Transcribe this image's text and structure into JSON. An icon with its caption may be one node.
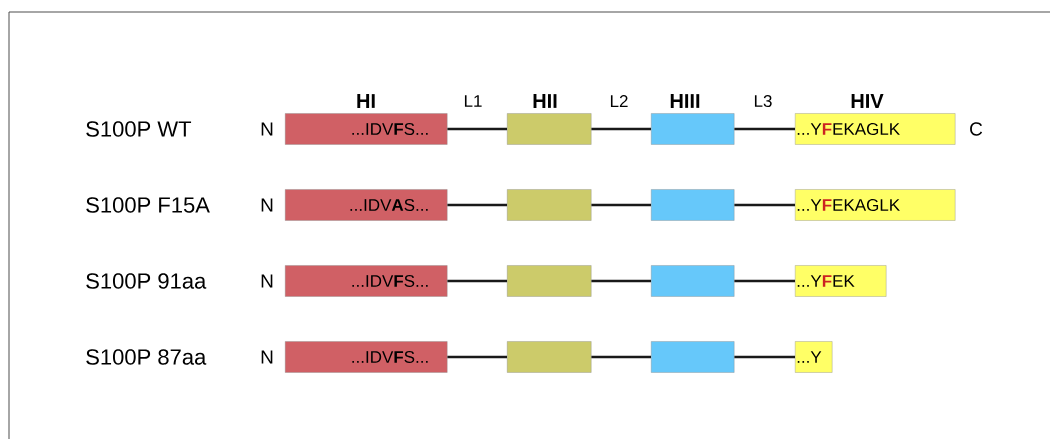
{
  "diagram": {
    "nodes": [
      {
        "text": [
          "...IDV**F**S..."
        ]
      },
      {
        "text": [],
        "shape": "box"
      },
      {
        "text": [],
        "shape": "box"
      },
      {
        "text": [
          "...Y**F**EKAGLK"
        ]
      },
      {
        "text": [
          "...IDV**A**S..."
        ]
      },
      {
        "text": [],
        "shape": "box"
      },
      {
        "text": [],
        "shape": "box"
      },
      {
        "text": [
          "...Y**F**EKAGLK"
        ]
      },
      {
        "text": [
          "...IDV**F**S..."
        ]
      },
      {
        "text": [],
        "shape": "box"
      },
      {
        "text": [],
        "shape": "box"
      },
      {
        "text": [
          "...Y**F**EK"
        ]
      },
      {
        "text": [
          "...IDV**F**S..."
        ]
      },
      {
        "text": [],
        "shape": "box"
      },
      {
        "text": [],
        "shape": "box"
      },
      {
        "text": [
          "...Y"
        ]
      }
    ],
    "edges": [
      {
        "from": 0,
        "to": 1,
        "arrow": "none"
      },
      {
        "from": 1,
        "to": 2,
        "arrow": "none"
      },
      {
        "from": 2,
        "to": 3,
        "arrow": "none"
      },
      {
        "from": 4,
        "to": 5,
        "arrow": "none"
      },
      {
        "from": 5,
        "to": 6,
        "arrow": "none"
      },
      {
        "from": 6,
        "to": 7,
        "arrow": "none"
      },
      {
        "from": 8,
        "to": 9,
        "arrow": "none"
      },
      {
        "from": 9,
        "to": 10,
        "arrow": "none"
      },
      {
        "from": 10,
        "to": 11,
        "arrow": "none"
      },
      {
        "from": 12,
        "to": 13,
        "arrow": "none"
      },
      {
        "from": 13,
        "to": 14,
        "arrow": "none"
      },
      {
        "from": 14,
        "to": 15,
        "arrow": "none"
      }
    ],
    "labels": [
      "HI",
      "L1",
      "HII",
      "L2",
      "HIII",
      "L3",
      "HIV",
      "S100P WT",
      "N",
      "C",
      "S100P F15A",
      "N",
      "S100P 91aa",
      "N",
      "S100P 87aa",
      "N"
    ]
  }
}
